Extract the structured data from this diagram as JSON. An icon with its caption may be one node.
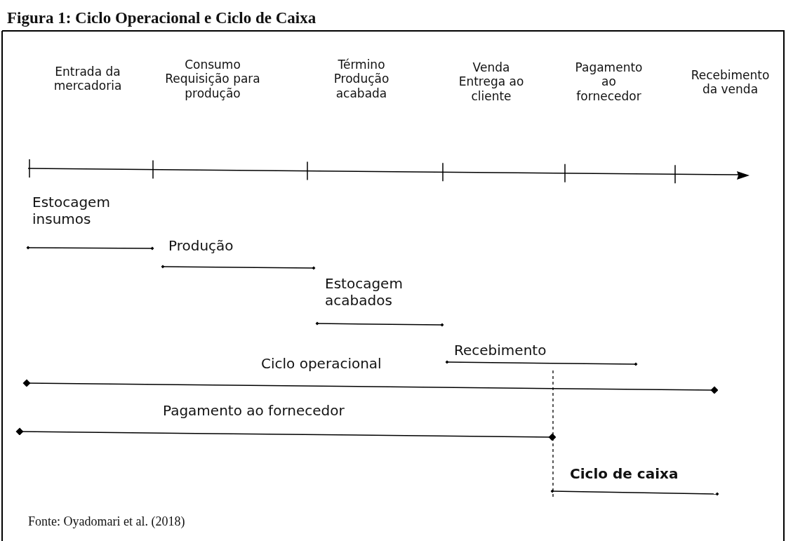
{
  "diagram": {
    "title": "Figura 1: Ciclo Operacional e Ciclo de Caixa",
    "caption": "Fonte: Oyadomari et al. (2018)",
    "labels": [
      "Entrada da mercadoria",
      "Consumo Requisição para produção",
      "Término Produção acabada",
      "Venda Entrega ao cliente",
      "Pagamento ao fornecedor",
      "Recebimento da venda",
      "Estocagem insumos",
      "Produção",
      "Estocagem acabados",
      "Recebimento",
      "Ciclo operacional",
      "Pagamento ao fornecedor",
      "Ciclo de caixa"
    ]
  }
}
